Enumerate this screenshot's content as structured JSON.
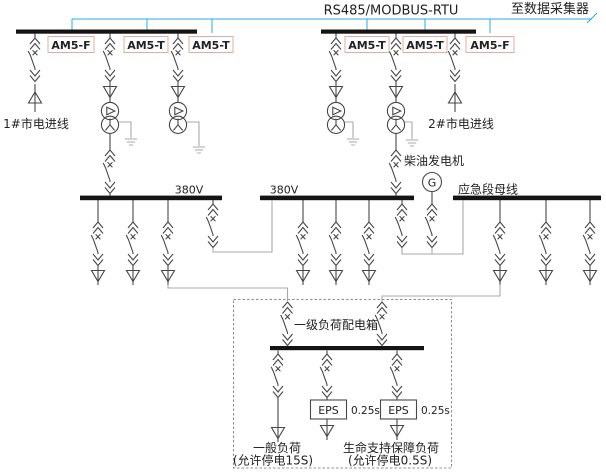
{
  "comm": {
    "protocol_label": "RS485/MODBUS-RTU",
    "destination_label": "至数据采集器"
  },
  "devices": [
    {
      "label": "AM5-F"
    },
    {
      "label": "AM5-T"
    },
    {
      "label": "AM5-T"
    },
    {
      "label": "AM5-T"
    },
    {
      "label": "AM5-T"
    },
    {
      "label": "AM5-F"
    }
  ],
  "sources": {
    "utility1_label": "1#市电进线",
    "utility2_label": "2#市电进线",
    "generator_label": "柴油发电机",
    "generator_symbol": "G"
  },
  "buses": {
    "lv_left_label": "380V",
    "lv_right_label": "380V",
    "emergency_label": "应急段母线"
  },
  "distribution_box": {
    "label": "一级负荷配电箱",
    "eps1": {
      "label": "EPS",
      "delay": "0.25s"
    },
    "eps2": {
      "label": "EPS",
      "delay": "0.25s"
    }
  },
  "loads": {
    "general": {
      "name": "一般负荷",
      "note": "(允许停电15S)"
    },
    "life_support": {
      "name": "生命支持保障负荷",
      "note": "(允许停电0.5S)"
    }
  },
  "colors": {
    "comm_blue": "#29abe2",
    "device_red": "#c8473f",
    "device_box_border": "#e5aaa6",
    "wire": "#474747",
    "connector": "#a9a9a9",
    "busbar": "#141414",
    "dashed_box": "#8f8f8f"
  }
}
